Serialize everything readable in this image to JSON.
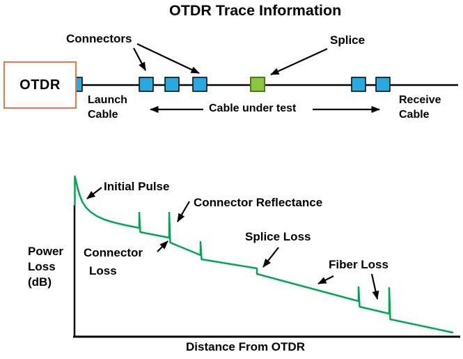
{
  "title": "OTDR Trace Information",
  "colors": {
    "connector_fill": "#29ABE2",
    "connector_border": "#000000",
    "splice_fill": "#8CC63F",
    "splice_border": "#4E7A1E",
    "otdr_box_border": "#E8744B",
    "trace_green": "#00A651",
    "line_black": "#000000"
  },
  "schematic": {
    "otdr_label": "OTDR",
    "connectors_label": "Connectors",
    "splice_label": "Splice",
    "launch_cable": [
      "Launch",
      "Cable"
    ],
    "receive_cable": [
      "Receive",
      "Cable"
    ],
    "cable_under_test": "Cable under test"
  },
  "graph": {
    "y_axis_label": [
      "Power",
      "Loss",
      "(dB)"
    ],
    "x_axis_label": "Distance From OTDR",
    "annotations": {
      "initial_pulse": "Initial Pulse",
      "connector_reflectance": "Connector Reflectance",
      "connector_loss": [
        "Connector",
        "Loss"
      ],
      "splice_loss": "Splice Loss",
      "fiber_loss": "Fiber Loss"
    }
  }
}
